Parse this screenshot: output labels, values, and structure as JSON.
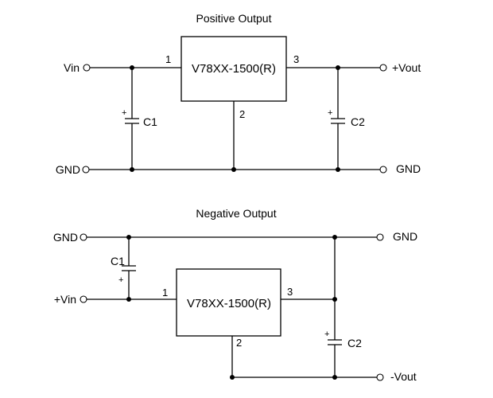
{
  "positive": {
    "title": "Positive Output",
    "vin_label": "Vin",
    "gnd_left_label": "GND",
    "vout_label": "+Vout",
    "gnd_right_label": "GND",
    "regulator_label": "V78XX-1500(R)",
    "pin1": "1",
    "pin2": "2",
    "pin3": "3",
    "c1_label": "C1",
    "c2_label": "C2",
    "polarity": "+"
  },
  "negative": {
    "title": "Negative Output",
    "gnd_left_label": "GND",
    "vin_label": "+Vin",
    "gnd_right_label": "GND",
    "vout_label": "-Vout",
    "regulator_label": "V78XX-1500(R)",
    "pin1": "1",
    "pin2": "2",
    "pin3": "3",
    "c1_label": "C1",
    "c2_label": "C2",
    "polarity": "+"
  }
}
